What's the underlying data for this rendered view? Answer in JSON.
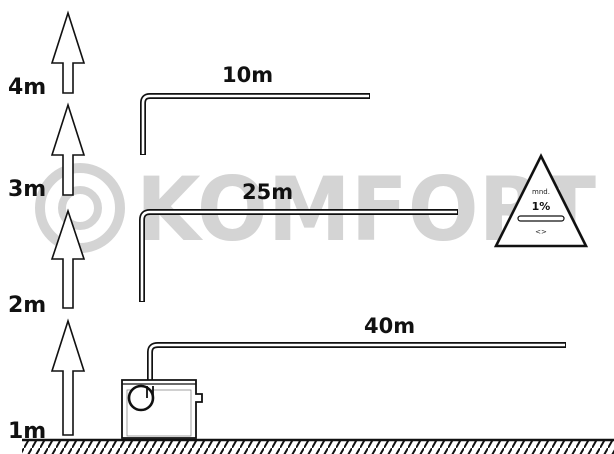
{
  "height_labels": [
    "1m",
    "2m",
    "3m",
    "4m"
  ],
  "pipes": [
    {
      "length_label": "10m"
    },
    {
      "length_label": "25m"
    },
    {
      "length_label": "40m"
    }
  ],
  "watermark": {
    "text": "KOMFORT"
  },
  "slope_sign": {
    "top_text": "mnd.",
    "value_text": "1%",
    "bottom_text": "<>"
  },
  "colors": {
    "ink": "#111111",
    "watermark": "#d0d0d0",
    "background": "#ffffff"
  }
}
